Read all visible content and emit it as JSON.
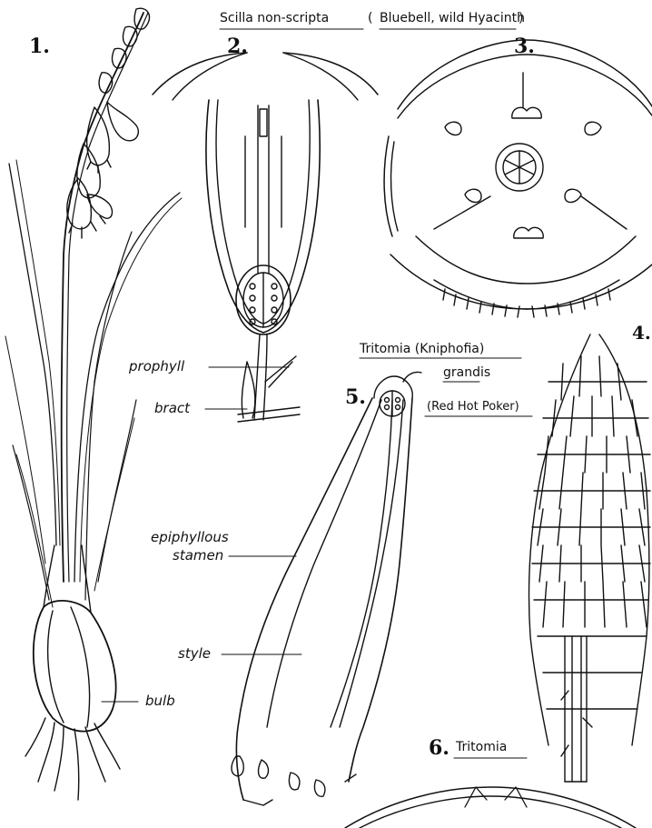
{
  "title": {
    "scilla_part1": "Scilla non-scripta",
    "scilla_part2": "(",
    "scilla_part3": "Bluebell, wild Hyacinth",
    "scilla_part4": ")",
    "tritomia_line1": "Tritomia (Kniphofia)",
    "tritomia_line2": "grandis",
    "tritomia_line3": "(Red Hot Poker)",
    "tritomia_fig6": "Tritomia"
  },
  "figure_numbers": [
    "1.",
    "2.",
    "3.",
    "4.",
    "5.",
    "6."
  ],
  "labels": {
    "prophyll": "prophyll",
    "bract": "bract",
    "epiphyllous": "epiphyllous",
    "stamen": "stamen",
    "style": "style",
    "bulb": "bulb"
  },
  "colors": {
    "ink": "#111111",
    "paper": "#ffffff"
  }
}
